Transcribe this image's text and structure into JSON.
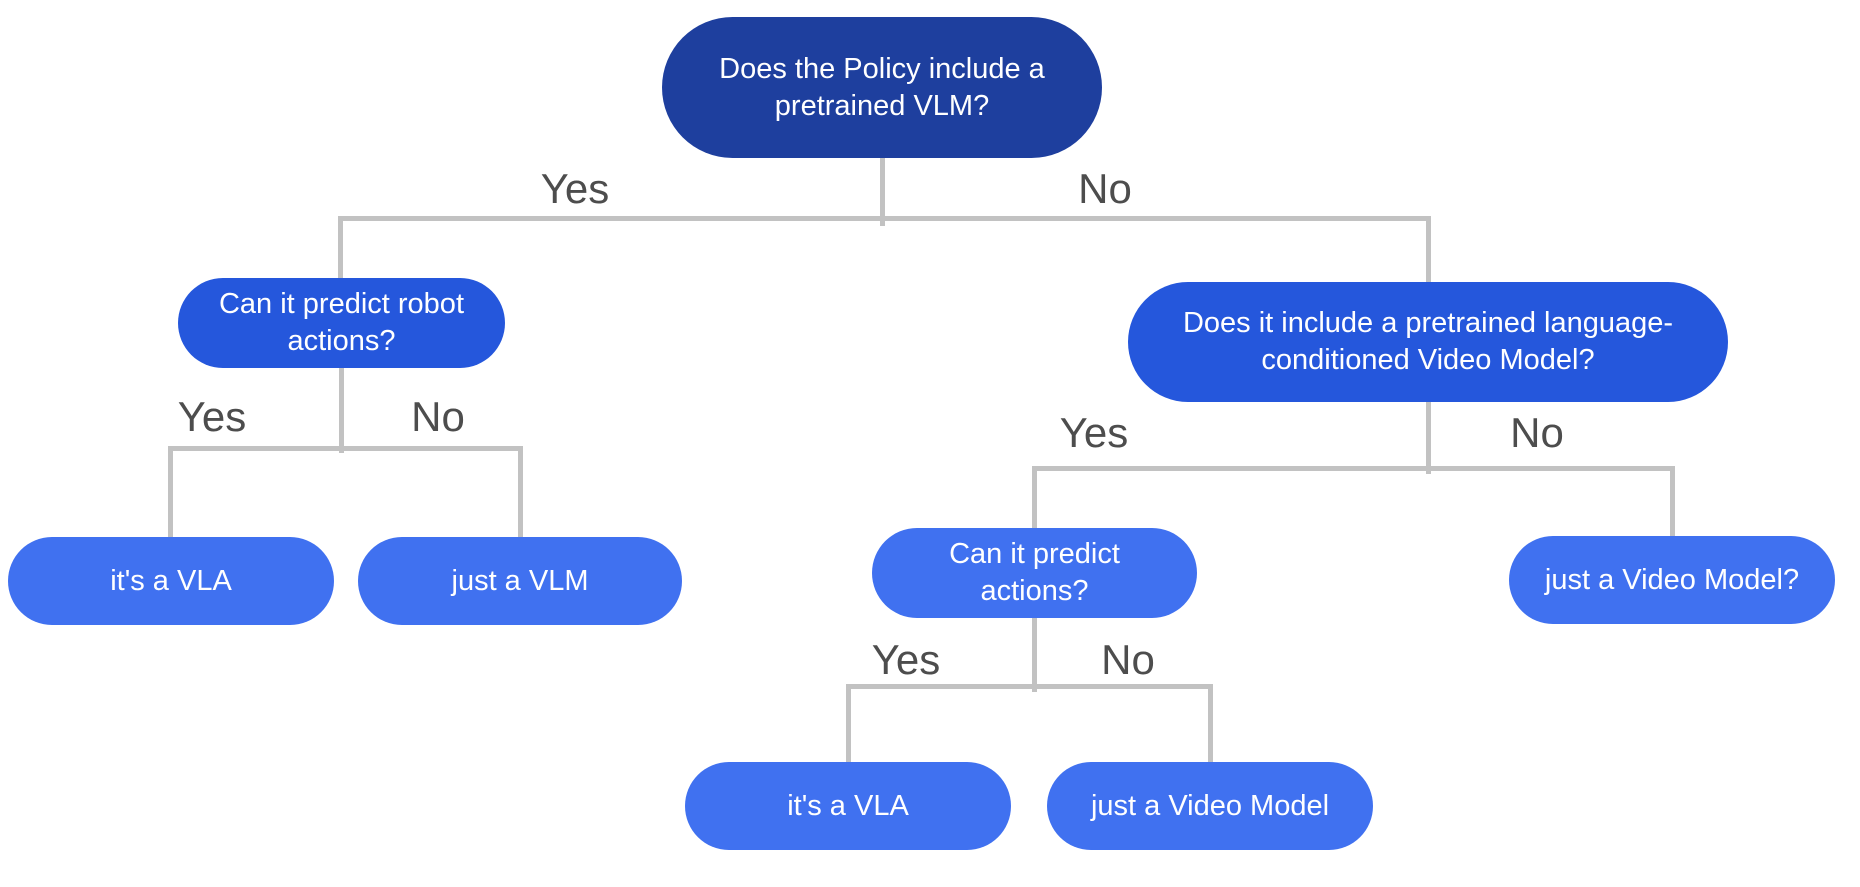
{
  "diagram": {
    "type": "decision-tree-flowchart",
    "background": "#ffffff",
    "colors": {
      "root_node": "#1e3f9e",
      "branch_node": "#2557dc",
      "leaf_node": "#4071f0",
      "connector": "#c2c2c2",
      "edge_label_text": "#4d4d4d",
      "node_text": "#ffffff"
    },
    "edge_labels": {
      "yes": "Yes",
      "no": "No"
    },
    "tree": {
      "root": {
        "question": "Does the Policy include a pretrained VLM?"
      },
      "yes_branch": {
        "question": "Can it predict robot actions?",
        "yes_leaf": "it's a VLA",
        "no_leaf": "just a VLM"
      },
      "no_branch": {
        "question": "Does it include a pretrained language-conditioned Video Model?",
        "yes_branch": {
          "question": "Can it predict actions?",
          "yes_leaf": "it's a VLA",
          "no_leaf": "just a Video Model"
        },
        "no_leaf": "just a Video Model?"
      }
    }
  }
}
